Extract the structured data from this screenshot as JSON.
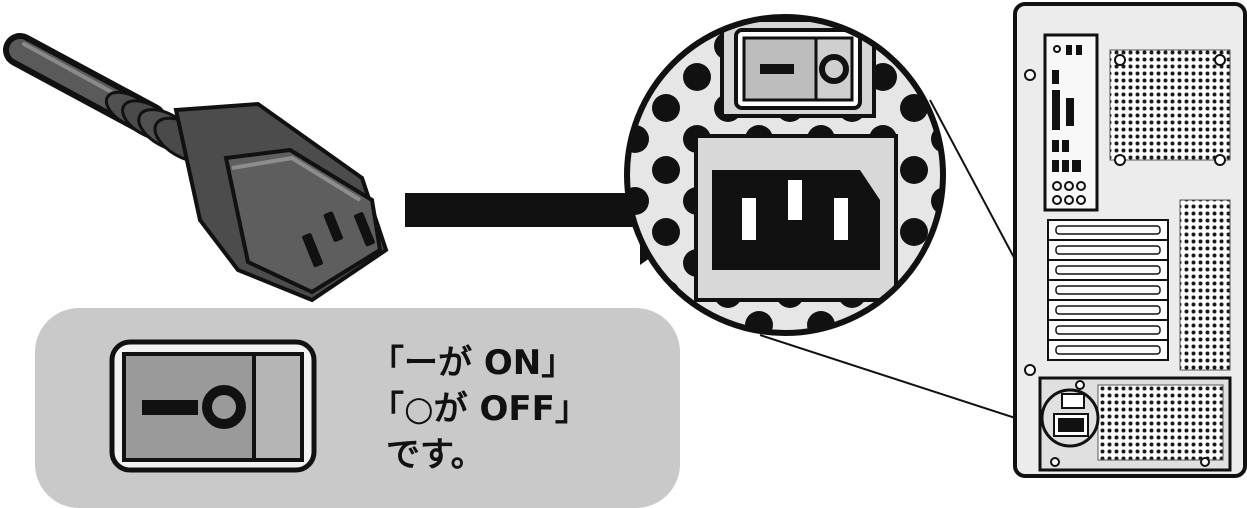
{
  "note": {
    "line1": "「ーが ON」",
    "line2": "「○が OFF」",
    "line3": "です。"
  },
  "colors": {
    "background": "#ffffff",
    "note_panel": "#c9c9c9",
    "plug_body": "#4a4a4a",
    "arrow": "#111111",
    "case_panel": "#e3e3e3",
    "zoom_dots": "#111111"
  },
  "icons": [
    "power-cable-icon",
    "arrow-right-icon",
    "zoom-circle-icon",
    "power-switch-icon",
    "power-inlet-icon",
    "pc-case-rear-icon"
  ]
}
